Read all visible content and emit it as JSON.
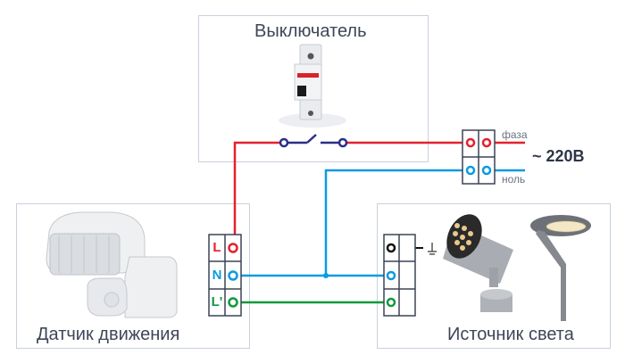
{
  "switch_panel": {
    "title": "Выключатель",
    "image": "circuit-breaker"
  },
  "sensor_panel": {
    "title": "Датчик движения",
    "image": "motion-sensor"
  },
  "light_panel": {
    "title": "Источник света",
    "images": [
      "spotlight",
      "street-lamp"
    ]
  },
  "supply": {
    "phase_label": "фаза",
    "neutral_label": "ноль",
    "voltage": "~ 220В"
  },
  "sensor_terminals": [
    {
      "letter": "L",
      "color": "#e5202e"
    },
    {
      "letter": "N",
      "color": "#0b9be0"
    },
    {
      "letter": "L'",
      "color": "#0f9a3c"
    }
  ],
  "light_terminals": [
    {
      "function": "ground",
      "color": "#111111"
    },
    {
      "function": "neutral",
      "color": "#0b9be0"
    },
    {
      "function": "switched-phase",
      "color": "#0f9a3c"
    }
  ],
  "colors": {
    "phase": "#e5202e",
    "neutral": "#0b9be0",
    "load": "#0f9a3c",
    "switch": "#2b2f86",
    "ground": "#111111",
    "frame": "#3b4356"
  }
}
